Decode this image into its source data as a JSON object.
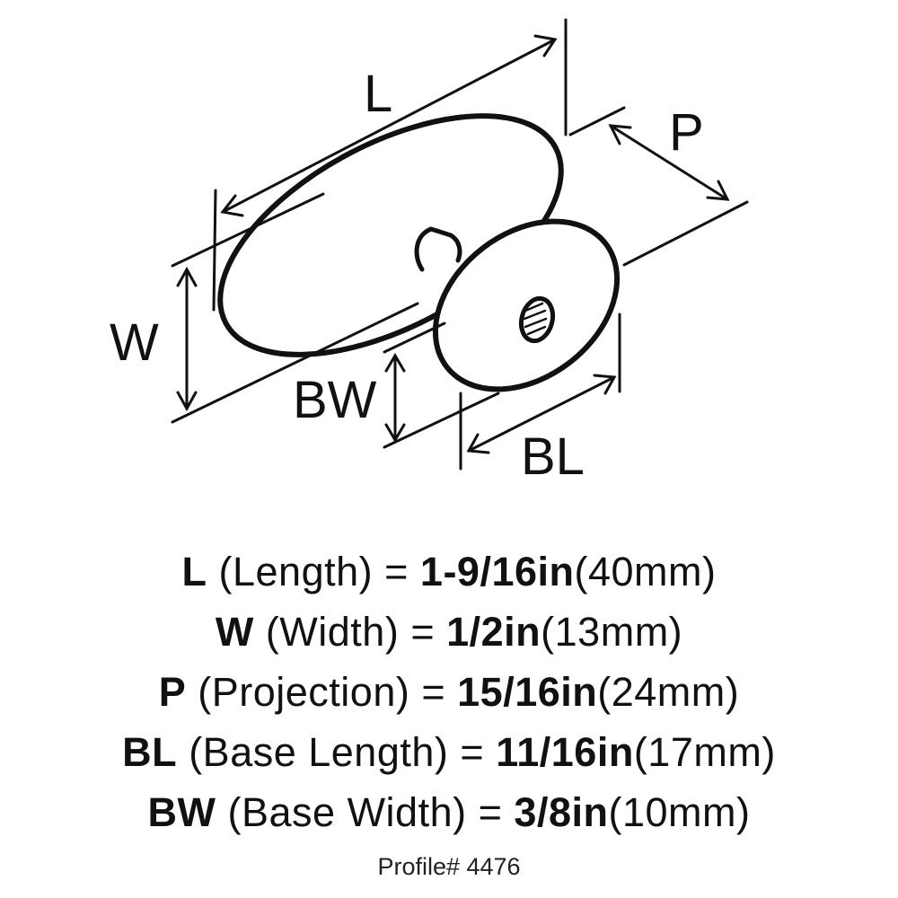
{
  "diagram": {
    "labels": {
      "L": "L",
      "P": "P",
      "W": "W",
      "BW": "BW",
      "BL": "BL"
    }
  },
  "specs": [
    {
      "abbr": "L",
      "desc": "(Length)",
      "eq": "=",
      "imperial": "1-9/16in",
      "metric": "(40mm)"
    },
    {
      "abbr": "W",
      "desc": "(Width)",
      "eq": "=",
      "imperial": "1/2in",
      "metric": "(13mm)"
    },
    {
      "abbr": "P",
      "desc": "(Projection)",
      "eq": "=",
      "imperial": "15/16in",
      "metric": "(24mm)"
    },
    {
      "abbr": "BL",
      "desc": "(Base Length)",
      "eq": "=",
      "imperial": "11/16in",
      "metric": "(17mm)"
    },
    {
      "abbr": "BW",
      "desc": "(Base Width)",
      "eq": "=",
      "imperial": "3/8in",
      "metric": "(10mm)"
    }
  ],
  "profile": "Profile# 4476",
  "colors": {
    "ink": "#111111",
    "background": "#ffffff"
  }
}
